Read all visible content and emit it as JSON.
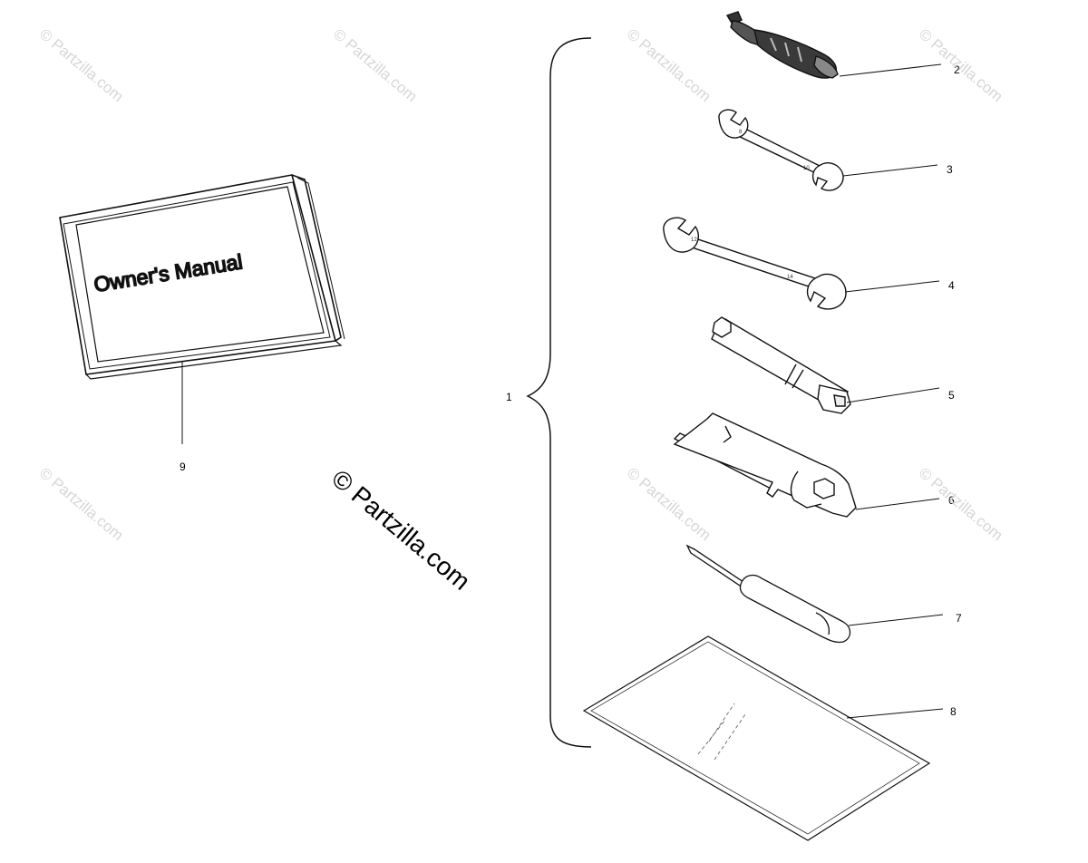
{
  "watermark": {
    "small_text": "© Partzilla.com",
    "large_text": "© Partzilla.com"
  },
  "manual": {
    "cover_text": "Owner's Manual"
  },
  "callouts": {
    "kit": "1",
    "item2": "2",
    "item3": "3",
    "item4": "4",
    "item5": "5",
    "item6": "6",
    "item7": "7",
    "item8": "8",
    "item9": "9"
  }
}
